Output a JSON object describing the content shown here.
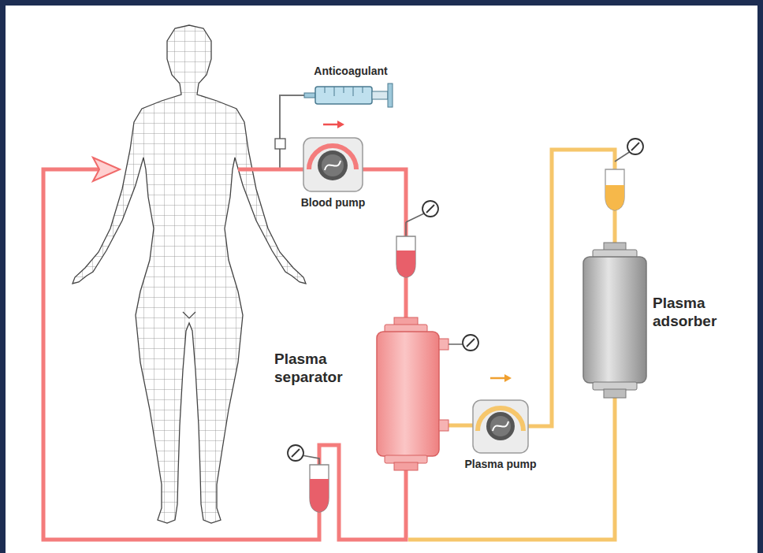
{
  "diagram": {
    "nodes": [
      {
        "text": [
          "Anticoagulant"
        ]
      },
      {
        "text": [
          "Blood pump"
        ]
      },
      {
        "text": [
          "Plasma separator"
        ]
      },
      {
        "text": [
          "Plasma pump"
        ]
      },
      {
        "text": [
          "Plasma adsorber"
        ]
      }
    ],
    "edges": [
      {
        "from": 0,
        "to": 1,
        "arrow": "none"
      },
      {
        "from": 1,
        "to": 2,
        "arrow": "none"
      },
      {
        "from": 2,
        "to": 3,
        "arrow": "none"
      },
      {
        "from": 3,
        "to": 4,
        "arrow": "none"
      }
    ]
  }
}
